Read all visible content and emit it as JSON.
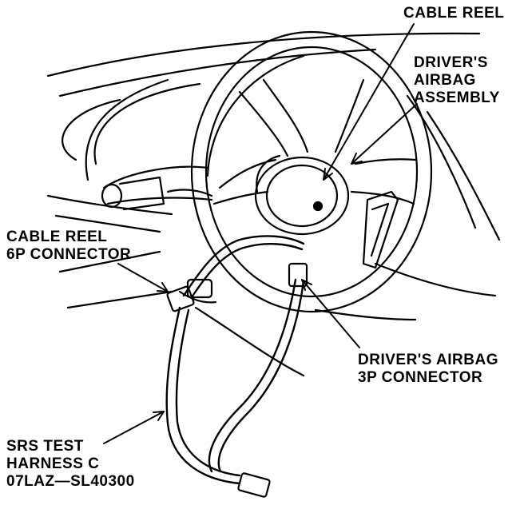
{
  "colors": {
    "ink": "#000000",
    "paper": "#ffffff"
  },
  "callouts": {
    "cable_reel": {
      "lines": [
        "CABLE REEL"
      ]
    },
    "drivers_airbag_assembly": {
      "lines": [
        "DRIVER'S",
        "AIRBAG",
        "ASSEMBLY"
      ]
    },
    "cable_reel_6p_connector": {
      "lines": [
        "CABLE REEL",
        "6P CONNECTOR"
      ]
    },
    "drivers_airbag_3p_connector": {
      "lines": [
        "DRIVER'S AIRBAG",
        "3P CONNECTOR"
      ]
    },
    "srs_test_harness": {
      "lines": [
        "SRS TEST",
        "HARNESS C",
        "07LAZ—SL40300"
      ]
    }
  }
}
